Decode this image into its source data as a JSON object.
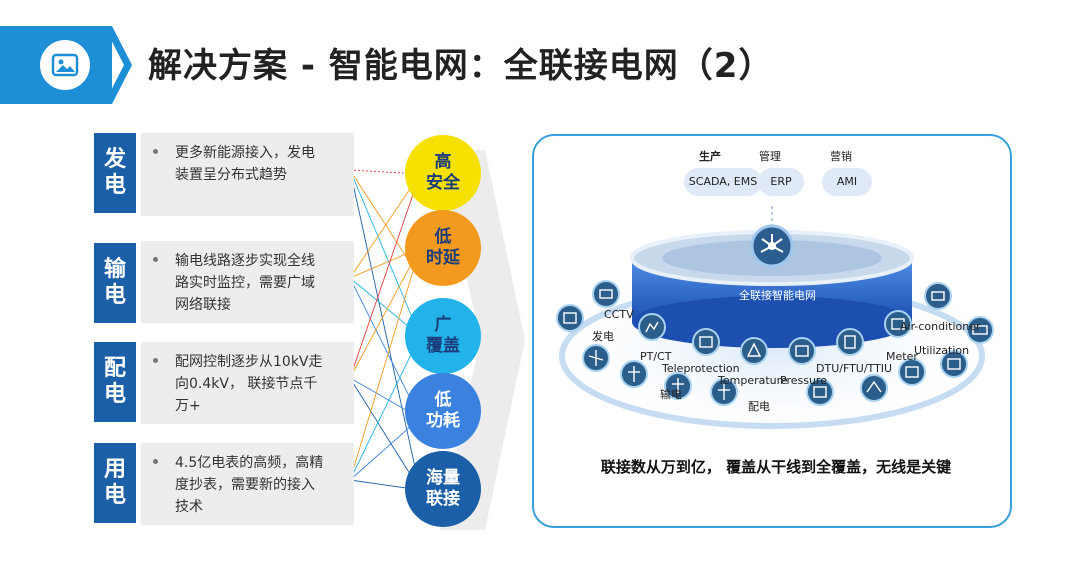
{
  "header": {
    "title": "解决方案 - 智能电网：全联接电网（2）"
  },
  "rows": [
    {
      "tag1": "发",
      "tag2": "电",
      "lines": [
        "更多新能源接入，发电",
        "装置呈分布式趋势"
      ]
    },
    {
      "tag1": "输",
      "tag2": "电",
      "lines": [
        "输电线路逐步实现全线",
        "路实时监控，需要广域",
        "网络联接"
      ]
    },
    {
      "tag1": "配",
      "tag2": "电",
      "lines": [
        "配网控制逐步从10kV走",
        "向0.4kV， 联接节点千",
        "万+"
      ]
    },
    {
      "tag1": "用",
      "tag2": "电",
      "lines": [
        "4.5亿电表的高频，高精",
        "度抄表，需要新的接入",
        "技术"
      ]
    }
  ],
  "circles": [
    {
      "line1": "高",
      "line2": "安全",
      "color": "#f5e000"
    },
    {
      "line1": "低",
      "line2": "时延",
      "color": "#f39a1e"
    },
    {
      "line1": "广",
      "line2": "覆盖",
      "color": "#22b3ea"
    },
    {
      "line1": "低",
      "line2": "功耗",
      "color": "#3b82e0"
    },
    {
      "line1": "海量",
      "line2": "联接",
      "color": "#1a5fa8"
    }
  ],
  "panel": {
    "top_labels": {
      "production": "生产",
      "management": "管理",
      "marketing": "营销"
    },
    "clouds": {
      "scada": "SCADA, EMS",
      "erp": "ERP",
      "ami": "AMI"
    },
    "center_label": "全联接智能电网",
    "labels": {
      "cctv": "CCTV",
      "generation": "发电",
      "ptct": "PT/CT",
      "teleprotection": "Teleprotection",
      "temperature": "Temperature",
      "pressure": "Pressure",
      "dtu": "DTU/FTU/TTIU",
      "meter": "Meter",
      "air": "Air-conditioner",
      "utilization": "Utilization",
      "transmission": "输电",
      "distribution": "配电"
    },
    "caption": "联接数从万到亿， 覆盖从干线到全覆盖，无线是关键"
  }
}
